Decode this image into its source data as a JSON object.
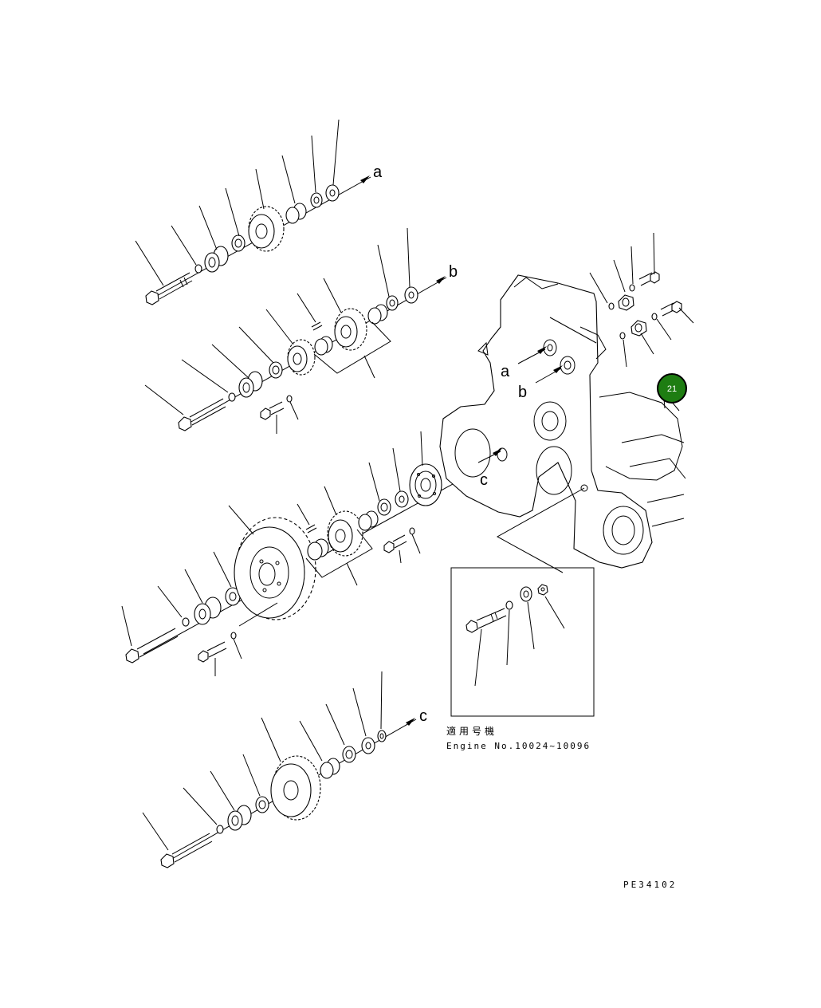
{
  "arrow_labels": {
    "a": "a",
    "b": "b",
    "c": "c"
  },
  "callout": {
    "number": "21",
    "color": "#1e7d12"
  },
  "applicability": {
    "title": "適用号機",
    "engine": "Engine No.10024~10096"
  },
  "figure_code": "PE34102"
}
